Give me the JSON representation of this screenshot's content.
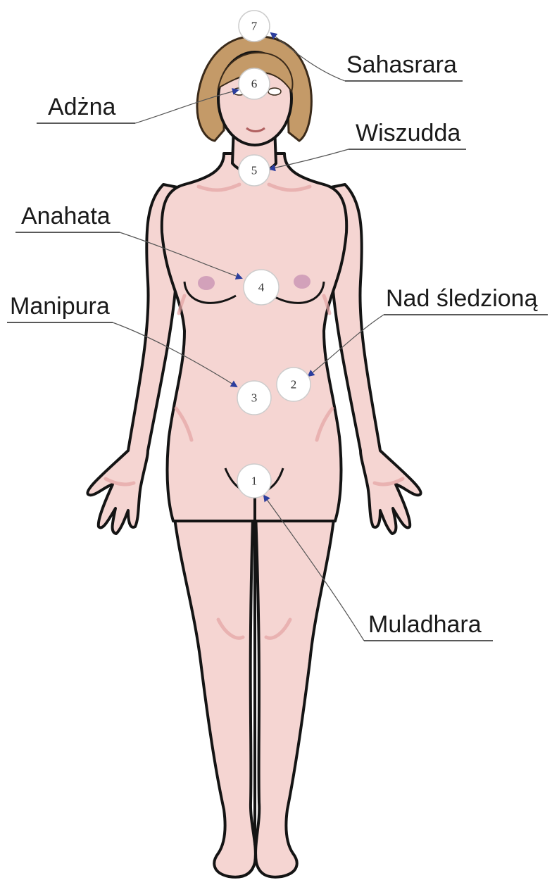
{
  "colors": {
    "skin": "#f5d5d2",
    "outline": "#141414",
    "hair": "#c49a68",
    "nipple": "#c994b4",
    "arrow": "#2c3e9e",
    "circle": "#ffffff"
  },
  "points": [
    {
      "number": "7",
      "label": "Sahasrara"
    },
    {
      "number": "6",
      "label": "Adżna"
    },
    {
      "number": "5",
      "label": "Wiszudda"
    },
    {
      "number": "4",
      "label": "Anahata"
    },
    {
      "number": "2",
      "label": "Nad śledzioną"
    },
    {
      "number": "3",
      "label": "Manipura"
    },
    {
      "number": "1",
      "label": "Muladhara"
    }
  ]
}
